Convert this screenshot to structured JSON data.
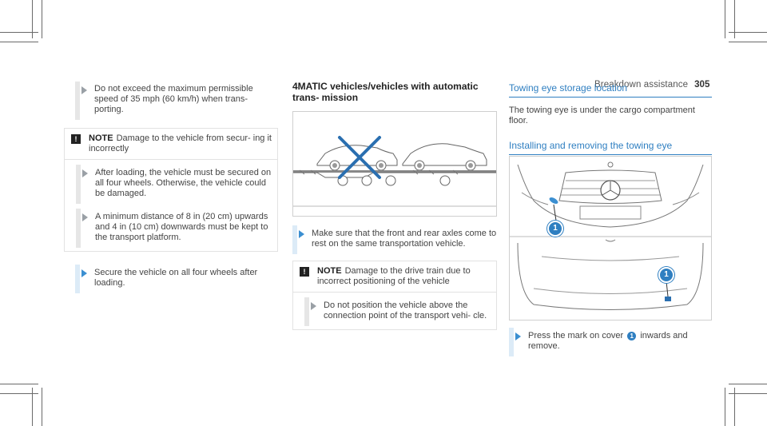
{
  "header": {
    "section": "Breakdown assistance",
    "page": "305"
  },
  "col1": {
    "step1": "Do not exceed the maximum permissible speed of 35 mph (60 km/h) when trans- porting.",
    "note": {
      "label": "NOTE",
      "text": "Damage to the vehicle from secur- ing it incorrectly"
    },
    "note_step1": "After loading, the vehicle must be secured on all four wheels. Otherwise, the vehicle could be damaged.",
    "note_step2": "A minimum distance of 8 in (20 cm) upwards and 4 in (10 cm) downwards must be kept to the transport platform.",
    "step2": "Secure the vehicle on all four wheels after loading."
  },
  "col2": {
    "heading": "4MATIC vehicles/vehicles with automatic trans- mission",
    "step1": "Make sure that the front and rear axles come to rest on the same transportation vehicle.",
    "note": {
      "label": "NOTE",
      "text": "Damage to the drive train due to incorrect positioning of the vehicle"
    },
    "note_step1": "Do not position the vehicle above the connection point of the transport vehi- cle."
  },
  "col3": {
    "heading1": "Towing eye storage location",
    "para1": "The towing eye is under the cargo compartment floor.",
    "heading2": "Installing and removing the towing eye",
    "callout": "1",
    "step_a": "Press the mark on cover",
    "step_num": "1",
    "step_b": "inwards and remove."
  },
  "colors": {
    "accent": "#2f7fc1",
    "bullet": "#3b8fd1",
    "warning": "#222222",
    "x_mark": "#2a6fb0"
  }
}
